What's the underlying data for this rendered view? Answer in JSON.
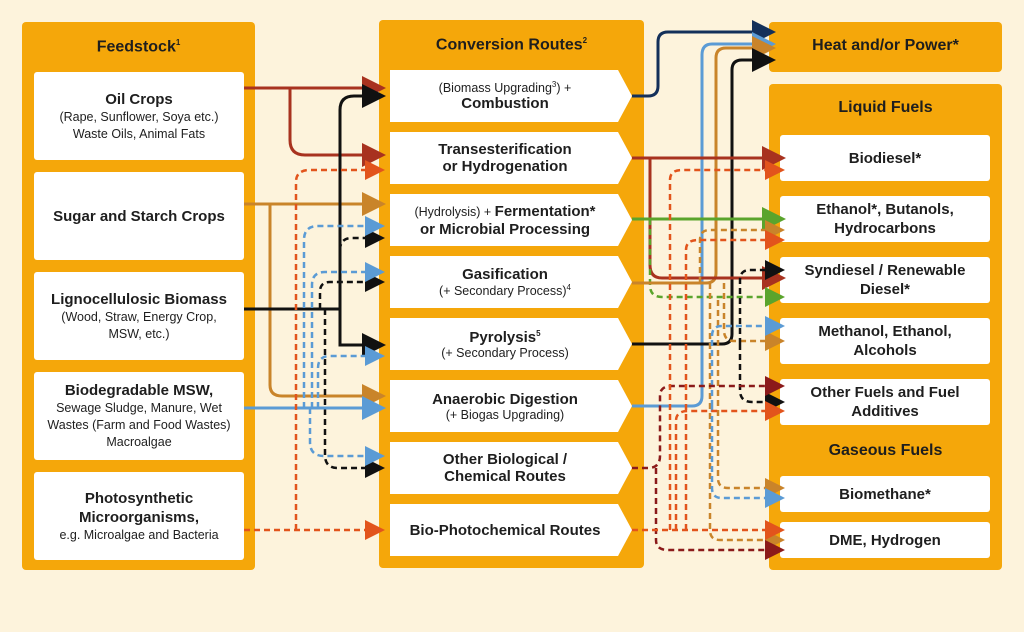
{
  "colors": {
    "panel": "#f5a70a",
    "background": "#fdf3dc",
    "red": "#a8321f",
    "black": "#111111",
    "orange_dashed": "#e2541c",
    "blue": "#5b9bd5",
    "tan": "#c9842a",
    "green": "#5aa42c",
    "navy": "#14305a",
    "darkred_dashed": "#8b1a1a"
  },
  "feedstock": {
    "title": "Feedstock",
    "title_sup": "1",
    "items": [
      {
        "name": "Oil Crops",
        "desc": [
          "(Rape, Sunflower, Soya etc.)",
          "Waste Oils, Animal Fats"
        ]
      },
      {
        "name": "Sugar and Starch Crops",
        "desc": []
      },
      {
        "name": "Lignocellulosic Biomass",
        "desc": [
          "(Wood, Straw, Energy Crop,",
          "MSW, etc.)"
        ]
      },
      {
        "name": "Biodegradable MSW,",
        "desc": [
          "Sewage Sludge, Manure, Wet",
          "Wastes (Farm and Food Wastes)",
          "Macroalgae"
        ]
      },
      {
        "name": "Photosynthetic Microorganisms,",
        "desc": [
          "e.g. Microalgae and Bacteria"
        ]
      }
    ]
  },
  "conversion": {
    "title": "Conversion Routes",
    "title_sup": "2",
    "routes": [
      {
        "pre": "(Biomass Upgrading",
        "pre_sup": "3",
        "pre_post": ") +",
        "main": "Combustion"
      },
      {
        "main1": "Transesterification",
        "main2": "or Hydrogenation"
      },
      {
        "pre": "(Hydrolysis) + ",
        "main1": "Fermentation*",
        "main2": "or Microbial Processing"
      },
      {
        "main": "Gasification",
        "sub": "(+ Secondary Process)",
        "sub_sup": "4"
      },
      {
        "main": "Pyrolysis",
        "main_sup": "5",
        "sub": "(+ Secondary Process)"
      },
      {
        "main": "Anaerobic Digestion",
        "sub": "(+ Biogas Upgrading)"
      },
      {
        "main1": "Other Biological /",
        "main2": "Chemical Routes"
      },
      {
        "main": "Bio-Photochemical Routes"
      }
    ]
  },
  "heat": {
    "title": "Heat and/or Power*"
  },
  "liquid": {
    "title": "Liquid Fuels",
    "items": [
      "Biodiesel*",
      "Ethanol*, Butanols, Hydrocarbons",
      "Syndiesel / Renewable Diesel*",
      "Methanol, Ethanol, Alcohols",
      "Other Fuels and Fuel Additives"
    ]
  },
  "gaseous": {
    "title": "Gaseous Fuels",
    "items": [
      "Biomethane*",
      "DME, Hydrogen"
    ]
  }
}
